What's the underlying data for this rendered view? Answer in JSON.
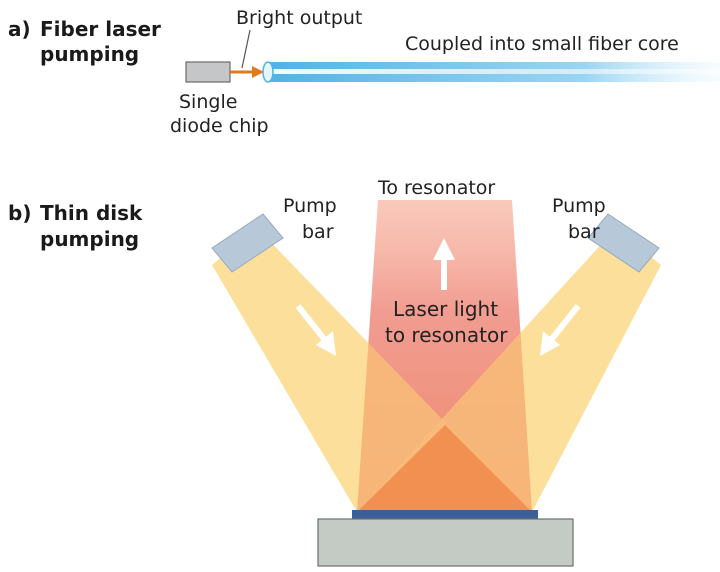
{
  "panel_a": {
    "letter": "a)",
    "title_line1": "Fiber laser",
    "title_line2": "pumping",
    "bright_output": "Bright output",
    "coupled": "Coupled into small fiber core",
    "diode_line1": "Single",
    "diode_line2": "diode chip"
  },
  "panel_b": {
    "letter": "b)",
    "title_line1": "Thin disk",
    "title_line2": "pumping",
    "to_resonator": "To resonator",
    "pump_left_line1": "Pump",
    "pump_left_line2": "bar",
    "pump_right_line1": "Pump",
    "pump_right_line2": "bar",
    "laser_line1": "Laser light",
    "laser_line2": "to resonator"
  },
  "colors": {
    "fiber_blue": "#5bb8e8",
    "diode_gray": "#c4c6c8",
    "arrow_orange": "#e07a1f",
    "pump_beam": "#fbd98a",
    "overlap_orange": "#ee8a58",
    "laser_pink": "#f0a0a8",
    "disk_blue": "#3b5f99",
    "base_gray": "#c4cbc4",
    "pump_bar": "#b7c8d8"
  }
}
